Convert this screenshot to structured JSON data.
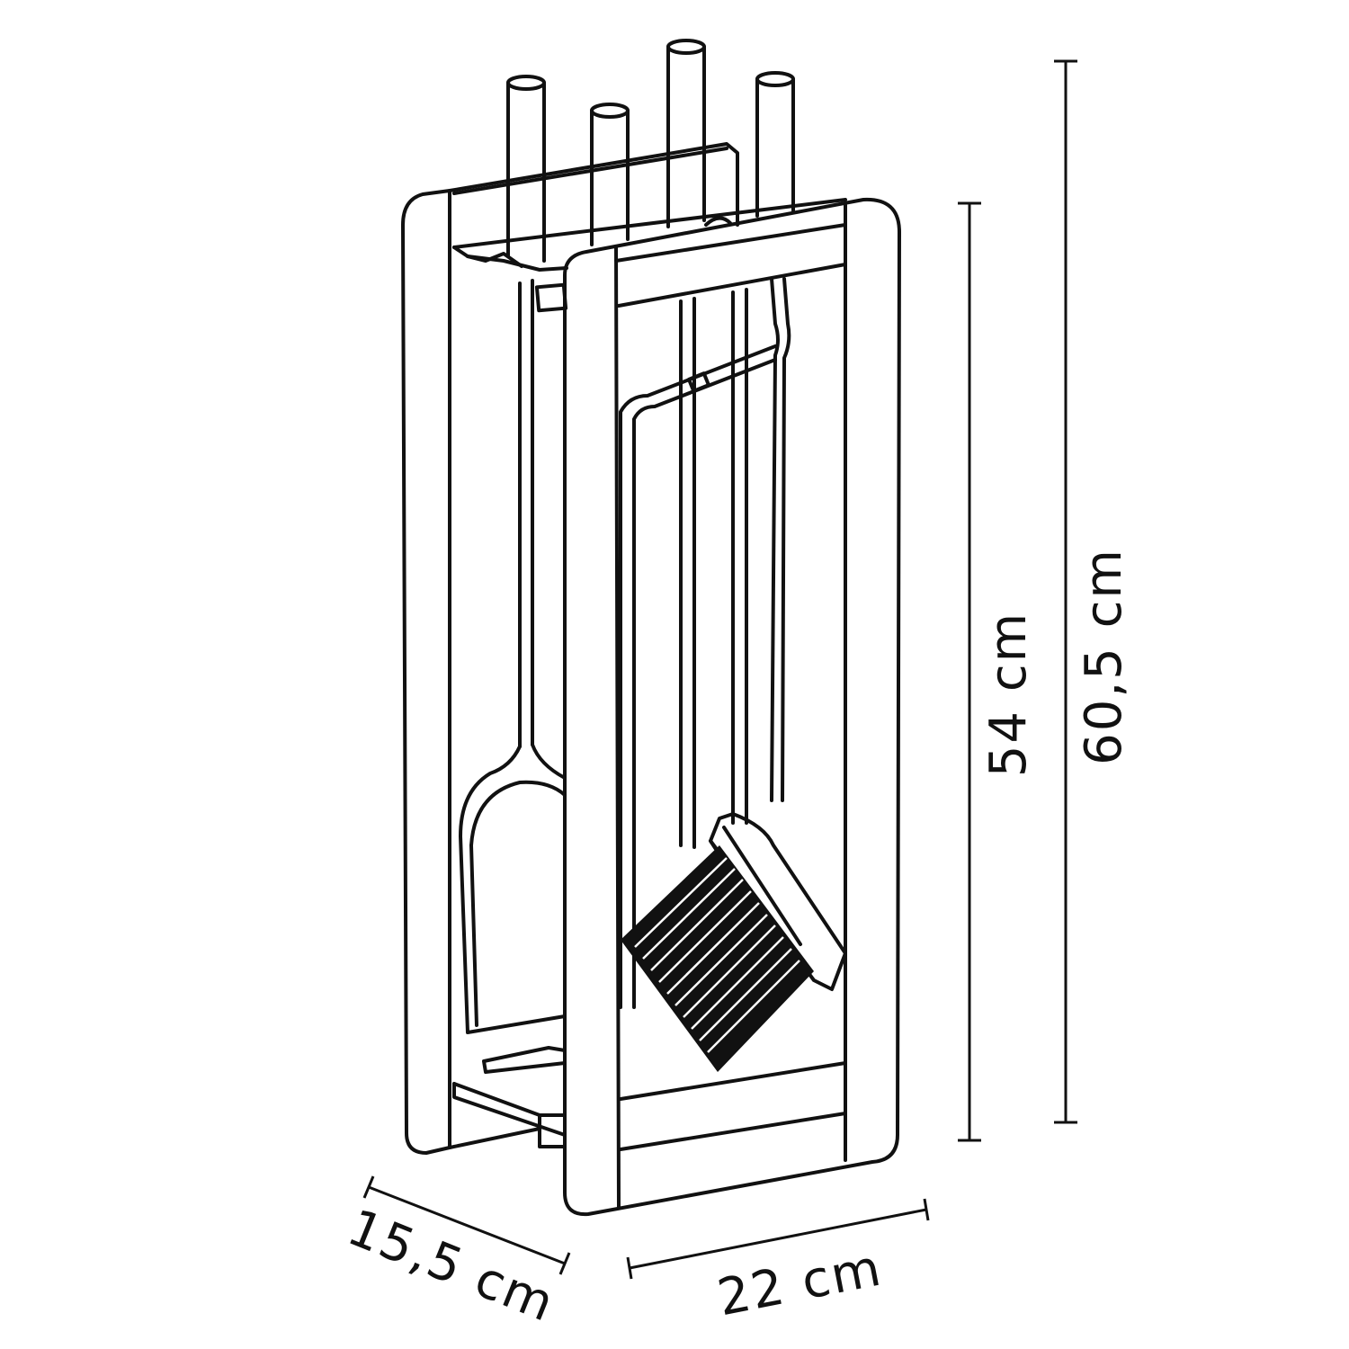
{
  "dimensions": {
    "height_inner": "54 cm",
    "height_total": "60,5 cm",
    "depth": "15,5 cm",
    "width": "22 cm"
  },
  "colors": {
    "line": "#111111",
    "background": "#ffffff"
  }
}
